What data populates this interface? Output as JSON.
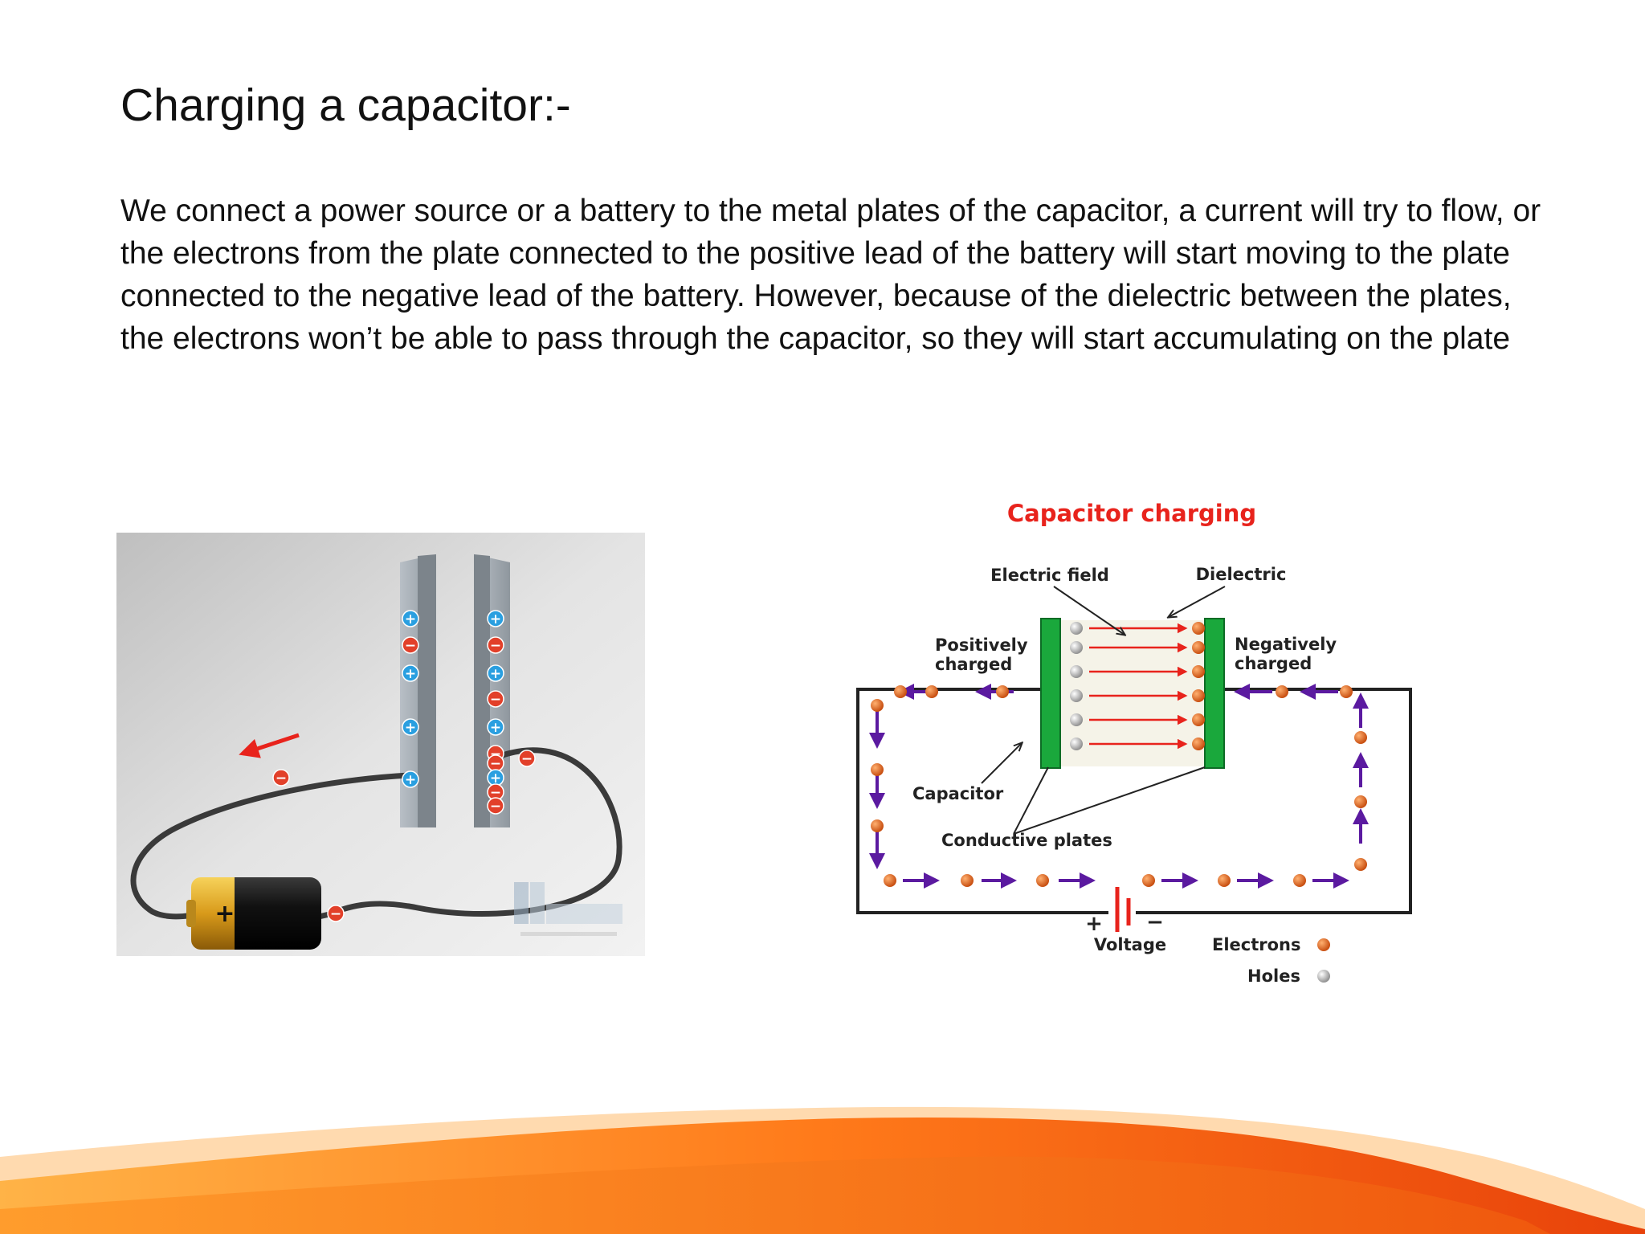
{
  "slide": {
    "title": "Charging a capacitor:-",
    "body": "We connect a power source or a battery to the metal plates of the capacitor, a current will try to flow, or the electrons from the plate connected to the positive lead of the battery will start moving to the plate connected to the negative lead of the battery. However, because of the dielectric between the plates, the electrons won’t be able to pass through the capacitor, so they will start accumulating on the plate"
  },
  "photo": {
    "battery_sign": "+",
    "charge_plus": "+",
    "charge_minus": "−"
  },
  "diagram": {
    "title": "Capacitor charging",
    "labels": {
      "electric_field": "Electric field",
      "dielectric": "Dielectric",
      "positively_1": "Positively",
      "positively_2": "charged",
      "negatively_1": "Negatively",
      "negatively_2": "charged",
      "capacitor": "Capacitor",
      "conductive_plates": "Conductive plates",
      "plus": "+",
      "minus": "−",
      "voltage": "Voltage",
      "electrons": "Electrons",
      "holes": "Holes"
    }
  },
  "colors": {
    "title_red": "#e8231c",
    "arrow_purple": "#5b1aa0",
    "electron_orange": "#d2520c",
    "plate_green": "#1aa83c",
    "field_red": "#e8231c",
    "charge_blue": "#2a9fe0",
    "charge_red": "#e2402a"
  }
}
